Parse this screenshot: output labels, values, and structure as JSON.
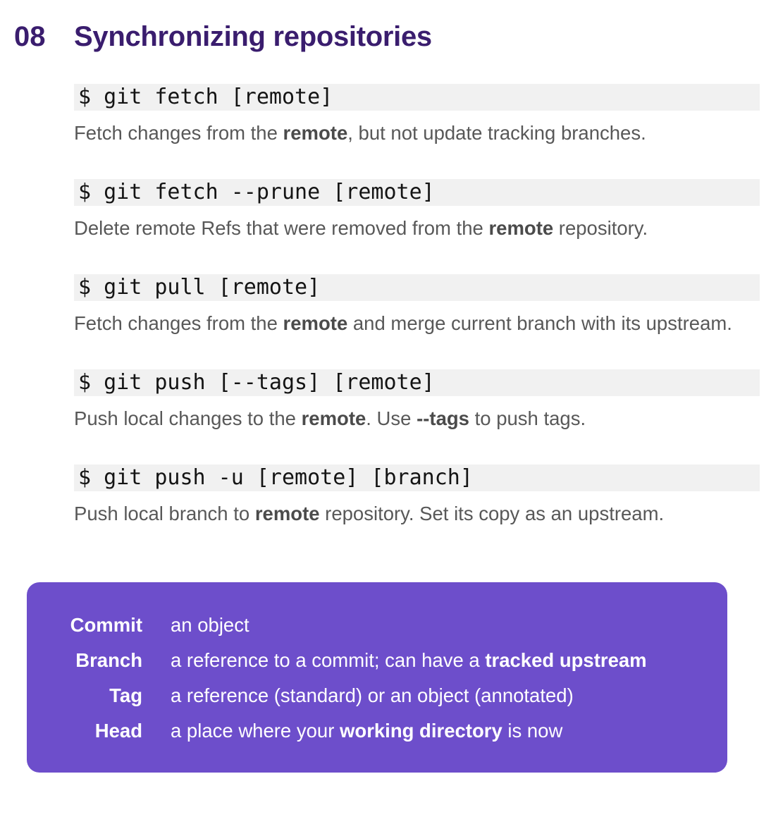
{
  "header": {
    "number": "08",
    "title": "Synchronizing repositories"
  },
  "commands": [
    {
      "code": "$ git fetch [remote]",
      "description": [
        {
          "text": "Fetch changes from the "
        },
        {
          "text": "remote",
          "bold": true
        },
        {
          "text": ", but not update tracking branches."
        }
      ]
    },
    {
      "code": "$ git fetch --prune [remote]",
      "description": [
        {
          "text": "Delete remote Refs that were removed from the "
        },
        {
          "text": "remote",
          "bold": true
        },
        {
          "text": " repository."
        }
      ]
    },
    {
      "code": "$ git pull [remote]",
      "description": [
        {
          "text": "Fetch changes from the "
        },
        {
          "text": "remote",
          "bold": true
        },
        {
          "text": " and merge current branch with its upstream."
        }
      ]
    },
    {
      "code": "$ git push [--tags] [remote]",
      "description": [
        {
          "text": "Push local changes to the "
        },
        {
          "text": "remote",
          "bold": true
        },
        {
          "text": ". Use "
        },
        {
          "text": "--tags",
          "bold": true
        },
        {
          "text": " to push tags."
        }
      ]
    },
    {
      "code": "$ git push -u [remote] [branch]",
      "description": [
        {
          "text": "Push local branch to "
        },
        {
          "text": "remote",
          "bold": true
        },
        {
          "text": " repository. Set its copy as an upstream."
        }
      ]
    }
  ],
  "glossary": {
    "rows": [
      {
        "term": "Commit",
        "definition": [
          {
            "text": "an object"
          }
        ]
      },
      {
        "term": "Branch",
        "definition": [
          {
            "text": "a reference to a commit; can have a "
          },
          {
            "text": "tracked upstream",
            "bold": true
          }
        ]
      },
      {
        "term": "Tag",
        "definition": [
          {
            "text": "a reference (standard) or an object (annotated)"
          }
        ]
      },
      {
        "term": "Head",
        "definition": [
          {
            "text": "a place where your "
          },
          {
            "text": "working directory",
            "bold": true
          },
          {
            "text": " is now"
          }
        ]
      }
    ]
  },
  "colors": {
    "heading": "#3a1d6e",
    "code-bg": "#f1f1f1",
    "code-text": "#141414",
    "desc-text": "#585858",
    "desc-bold": "#4b4b4b",
    "panel-bg": "#6d4ecb",
    "panel-text": "#ffffff"
  }
}
